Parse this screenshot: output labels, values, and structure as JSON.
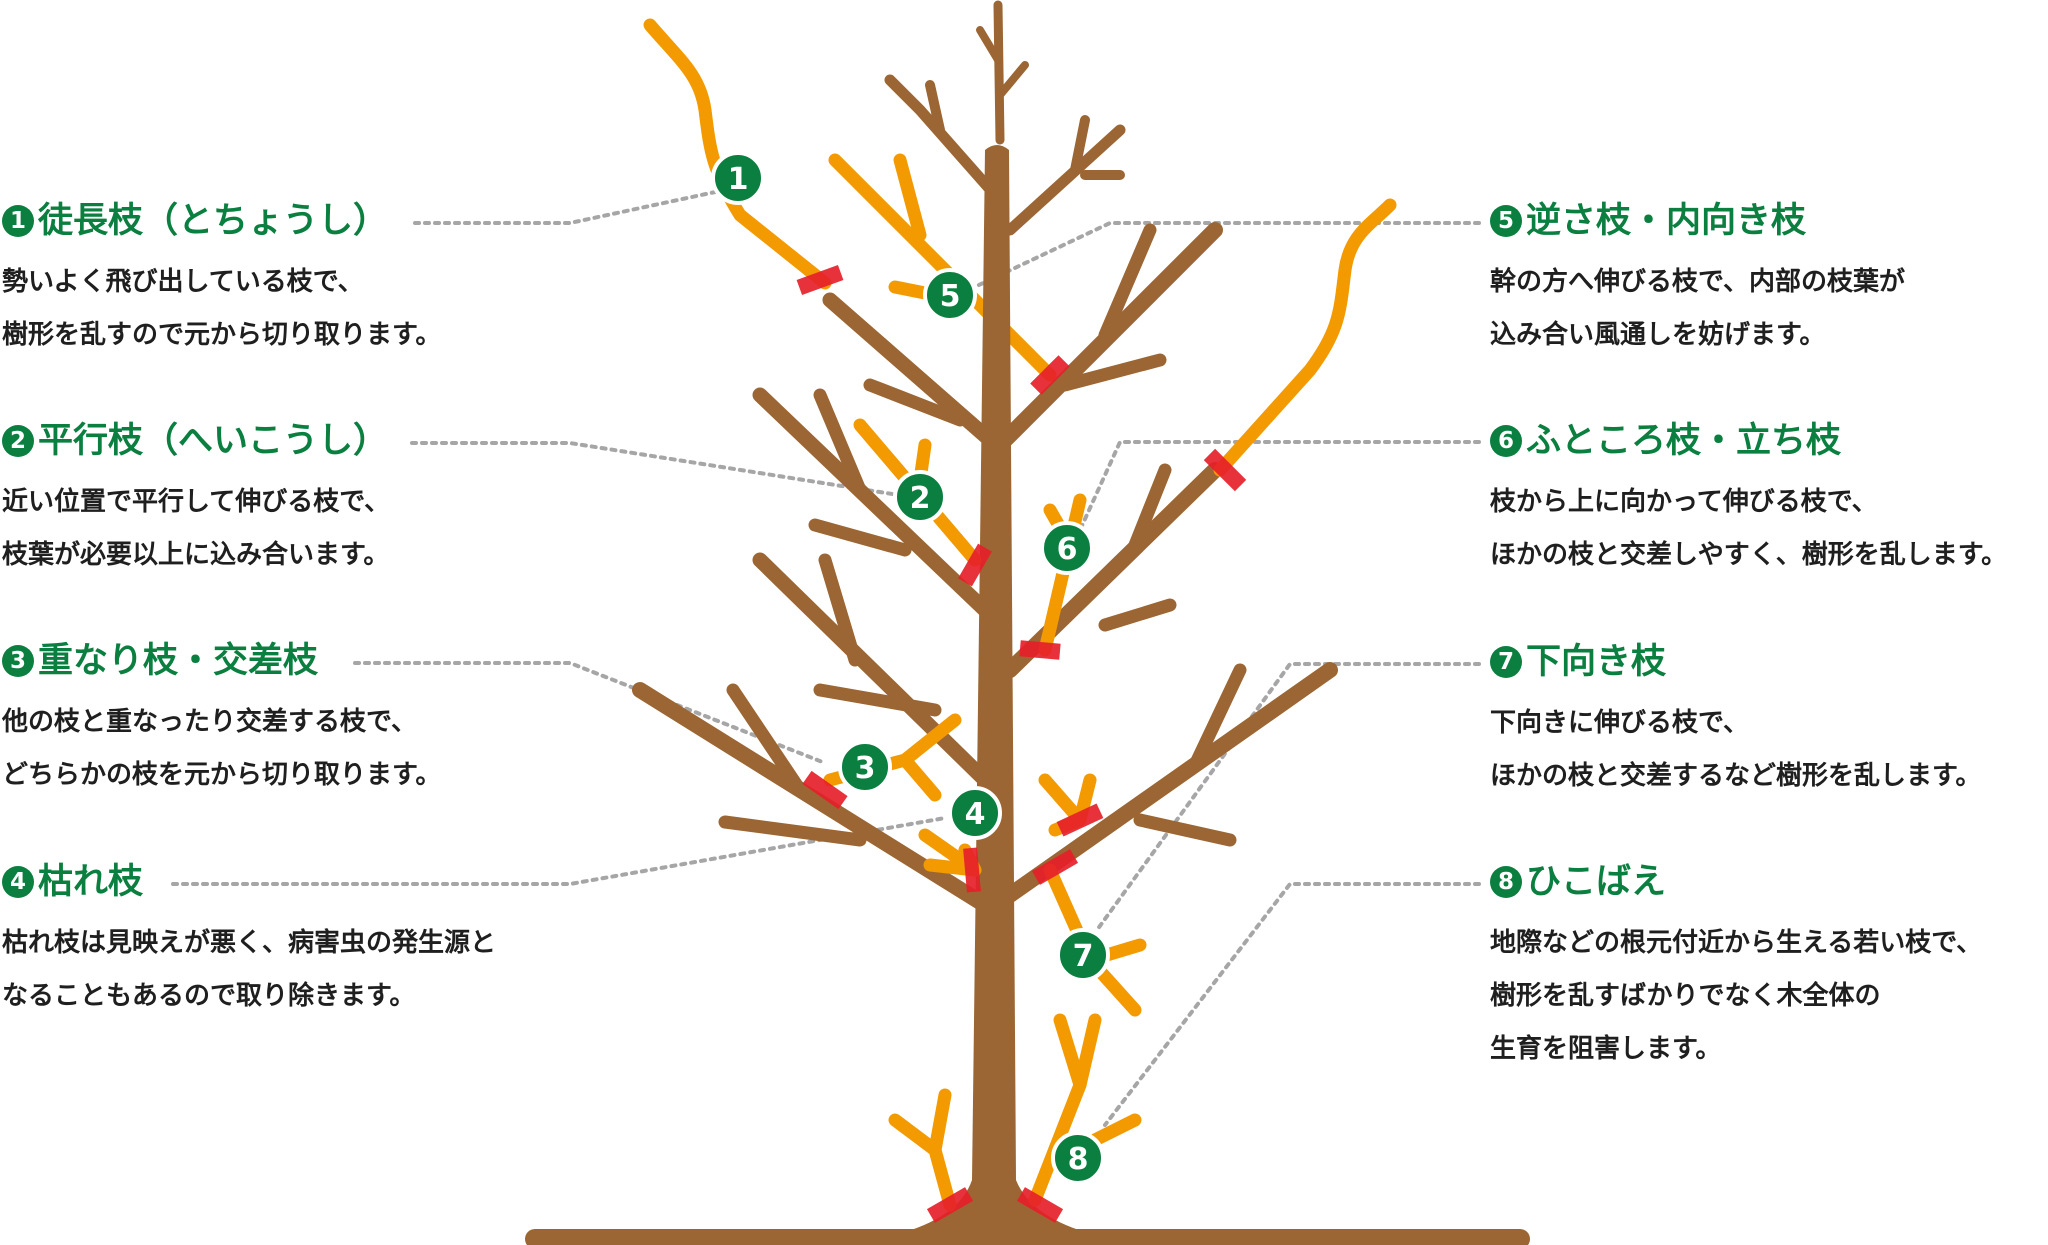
{
  "colors": {
    "trunk": "#9b6633",
    "branch_to_cut": "#f39a00",
    "cut_mark": "#e6202a",
    "badge_green": "#0a7f3f",
    "title_green": "#0a7f3f",
    "leader_line": "#a6a6a6",
    "ground": "#9b6633"
  },
  "labels": [
    {
      "num": "1",
      "title": "徒長枝（とちょうし）",
      "lines": [
        "勢いよく飛び出している枝で、",
        "樹形を乱すので元から切り取ります。"
      ]
    },
    {
      "num": "2",
      "title": "平行枝（へいこうし）",
      "lines": [
        "近い位置で平行して伸びる枝で、",
        "枝葉が必要以上に込み合います。"
      ]
    },
    {
      "num": "3",
      "title": "重なり枝・交差枝",
      "lines": [
        "他の枝と重なったり交差する枝で、",
        "どちらかの枝を元から切り取ります。"
      ]
    },
    {
      "num": "4",
      "title": "枯れ枝",
      "lines": [
        "枯れ枝は見映えが悪く、病害虫の発生源と",
        "なることもあるので取り除きます。"
      ]
    },
    {
      "num": "5",
      "title": "逆さ枝・内向き枝",
      "lines": [
        "幹の方へ伸びる枝で、内部の枝葉が",
        "込み合い風通しを妨げます。"
      ]
    },
    {
      "num": "6",
      "title": "ふところ枝・立ち枝",
      "lines": [
        "枝から上に向かって伸びる枝で、",
        "ほかの枝と交差しやすく、樹形を乱します。"
      ]
    },
    {
      "num": "7",
      "title": "下向き枝",
      "lines": [
        "下向きに伸びる枝で、",
        "ほかの枝と交差するなど樹形を乱します。"
      ]
    },
    {
      "num": "8",
      "title": "ひこばえ",
      "lines": [
        "地際などの根元付近から生える若い枝で、",
        "樹形を乱すばかりでなく木全体の",
        "生育を阻害します。"
      ]
    }
  ],
  "tree_markers": [
    {
      "num": "1"
    },
    {
      "num": "5"
    },
    {
      "num": "2"
    },
    {
      "num": "6"
    },
    {
      "num": "3"
    },
    {
      "num": "4"
    },
    {
      "num": "7"
    },
    {
      "num": "8"
    }
  ]
}
